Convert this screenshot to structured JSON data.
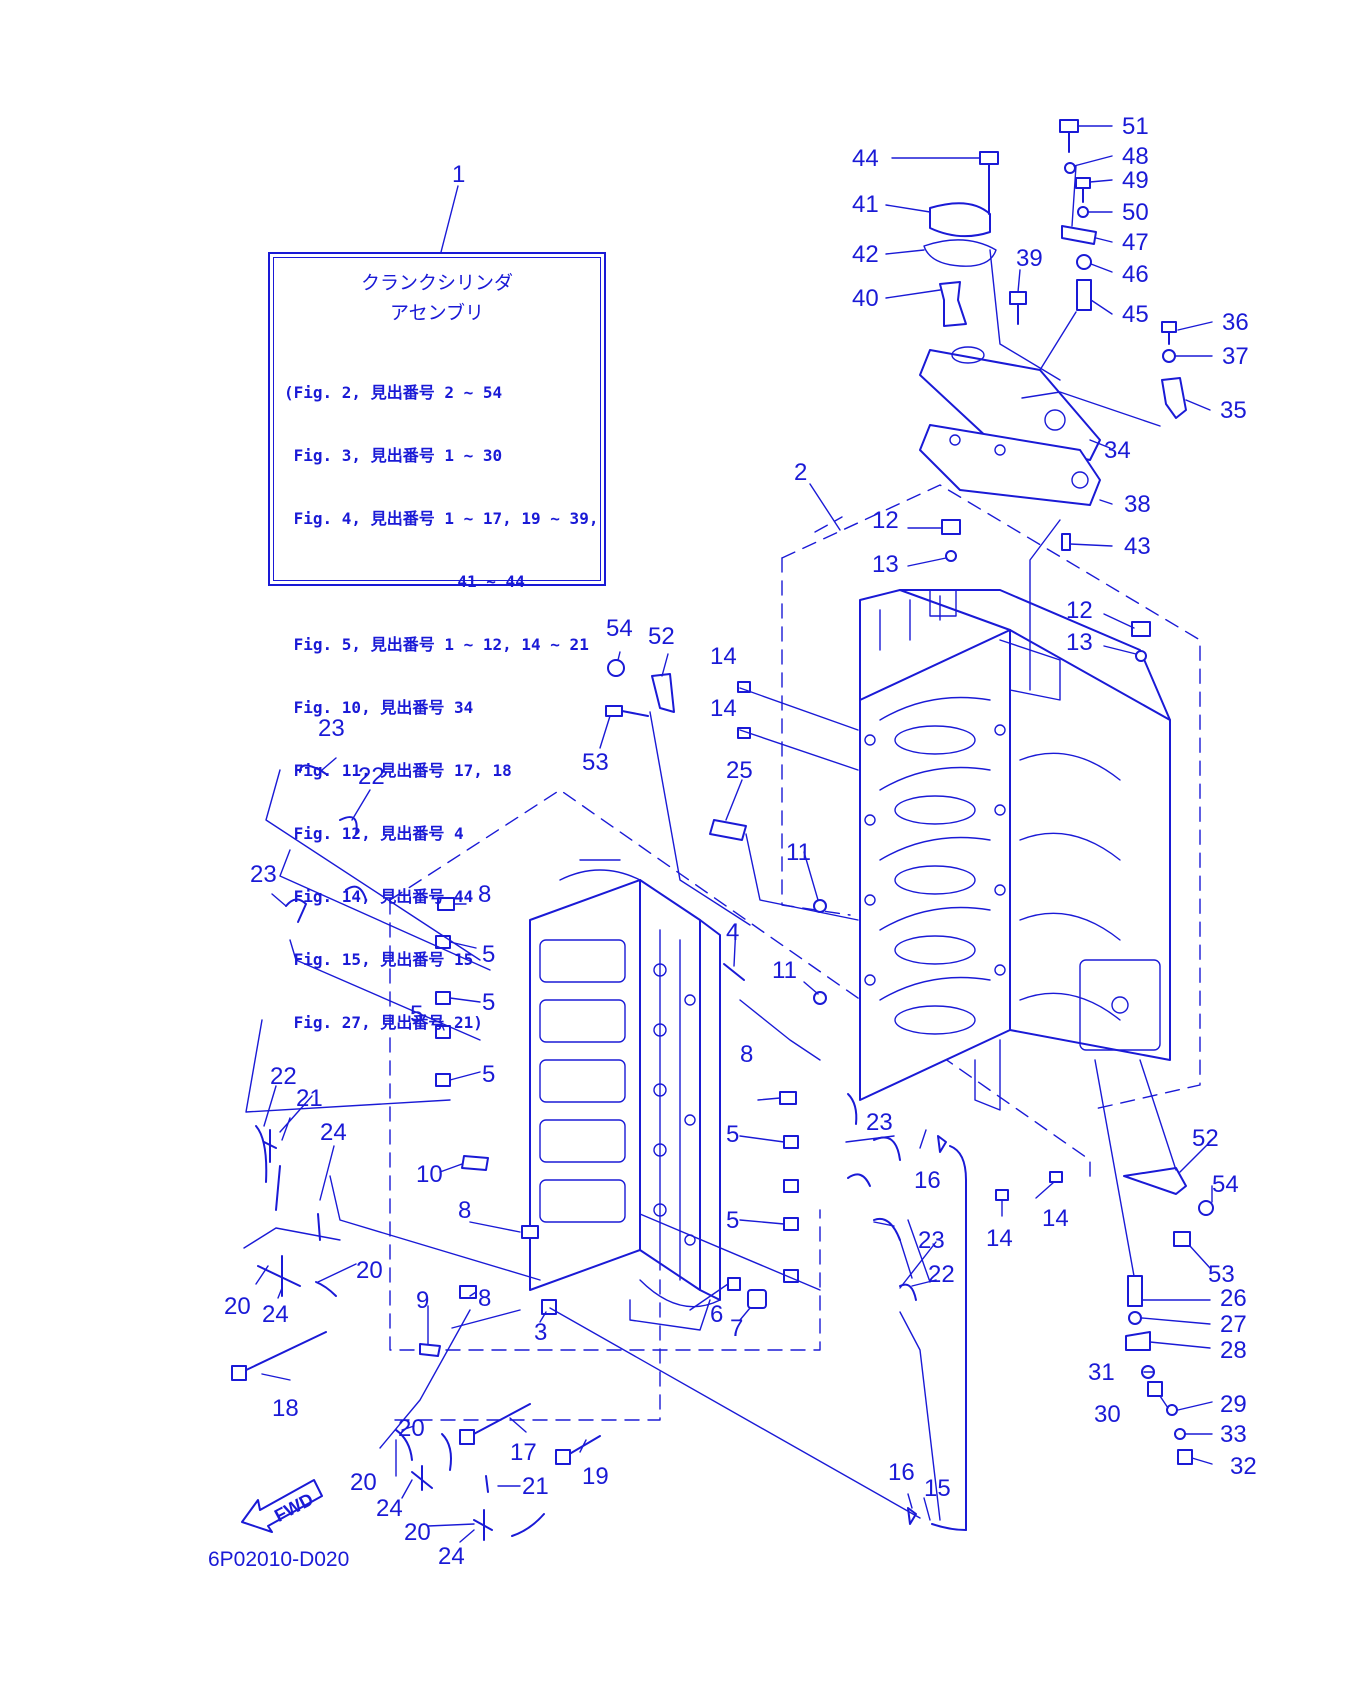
{
  "legend": {
    "title_line1": "クランクシリンダ",
    "title_line2": "アセンブリ",
    "refs": [
      "(Fig. 2, 見出番号 2 ~ 54",
      " Fig. 3, 見出番号 1 ~ 30",
      " Fig. 4, 見出番号 1 ~ 17, 19 ~ 39,",
      "                  41 ~ 44",
      " Fig. 5, 見出番号 1 ~ 12, 14 ~ 21",
      " Fig. 10, 見出番号 34",
      " Fig. 11, 見出番号 17, 18",
      " Fig. 12, 見出番号 4",
      " Fig. 14, 見出番号 44",
      " Fig. 15, 見出番号 15",
      " Fig. 27, 見出番号 21)"
    ]
  },
  "diagram_code": "6P02010-D020",
  "fwd_label": "FWD",
  "callouts": [
    "1",
    "2",
    "3",
    "4",
    "5",
    "5",
    "5",
    "5",
    "5",
    "5",
    "5",
    "6",
    "7",
    "8",
    "8",
    "8",
    "8",
    "9",
    "10",
    "11",
    "11",
    "12",
    "12",
    "13",
    "13",
    "14",
    "14",
    "14",
    "14",
    "15",
    "16",
    "16",
    "17",
    "18",
    "19",
    "20",
    "20",
    "20",
    "20",
    "20",
    "21",
    "21",
    "22",
    "22",
    "22",
    "23",
    "23",
    "23",
    "23",
    "24",
    "24",
    "24",
    "24",
    "25",
    "26",
    "27",
    "28",
    "29",
    "30",
    "31",
    "32",
    "33",
    "34",
    "35",
    "36",
    "37",
    "38",
    "39",
    "40",
    "41",
    "42",
    "43",
    "44",
    "45",
    "46",
    "47",
    "48",
    "49",
    "50",
    "51",
    "52",
    "52",
    "53",
    "53",
    "54",
    "54"
  ],
  "colors": {
    "ink": "#1a1ad6",
    "paper": "#ffffff"
  }
}
